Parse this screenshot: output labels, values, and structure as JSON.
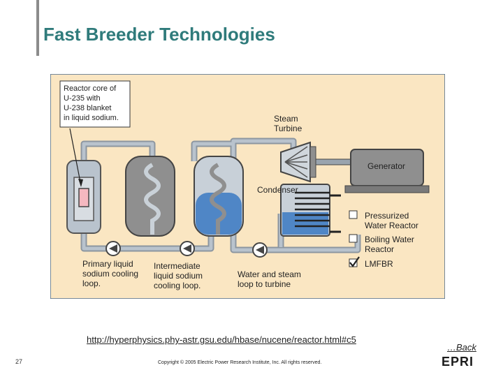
{
  "slide": {
    "title": "Fast Breeder Technologies",
    "page_number": "27",
    "url": "http://hyperphysics.phy-astr.gsu.edu/hbase/nucene/reactor.html#c5",
    "back_link": "…Back",
    "copyright": "Copyright © 2005 Electric Power Research Institute, Inc. All rights reserved.",
    "logo_text": "EPRI"
  },
  "diagram": {
    "colors": {
      "background": "#fae6c2",
      "pipe": "#aeb8c3",
      "sodium_loop": "#8f8f8f",
      "water": "#4f86c6",
      "core": "#f5b8c0"
    },
    "callout": {
      "lines": [
        "Reactor core of",
        "U-235 with",
        "U-238 blanket",
        "in liquid sodium."
      ]
    },
    "labels": {
      "steam_turbine": [
        "Steam",
        "Turbine"
      ],
      "generator": "Generator",
      "condenser": "Condenser",
      "primary_loop": [
        "Primary liquid",
        "sodium cooling",
        "loop."
      ],
      "intermediate_loop": [
        "Intermediate",
        "liquid sodium",
        "cooling loop."
      ],
      "water_loop": [
        "Water and steam",
        "loop to turbine"
      ]
    },
    "legend": [
      {
        "lines": [
          "Pressurized",
          "Water Reactor"
        ],
        "checked": false
      },
      {
        "lines": [
          "Boiling Water",
          "Reactor"
        ],
        "checked": false
      },
      {
        "lines": [
          "LMFBR"
        ],
        "checked": true
      }
    ]
  }
}
